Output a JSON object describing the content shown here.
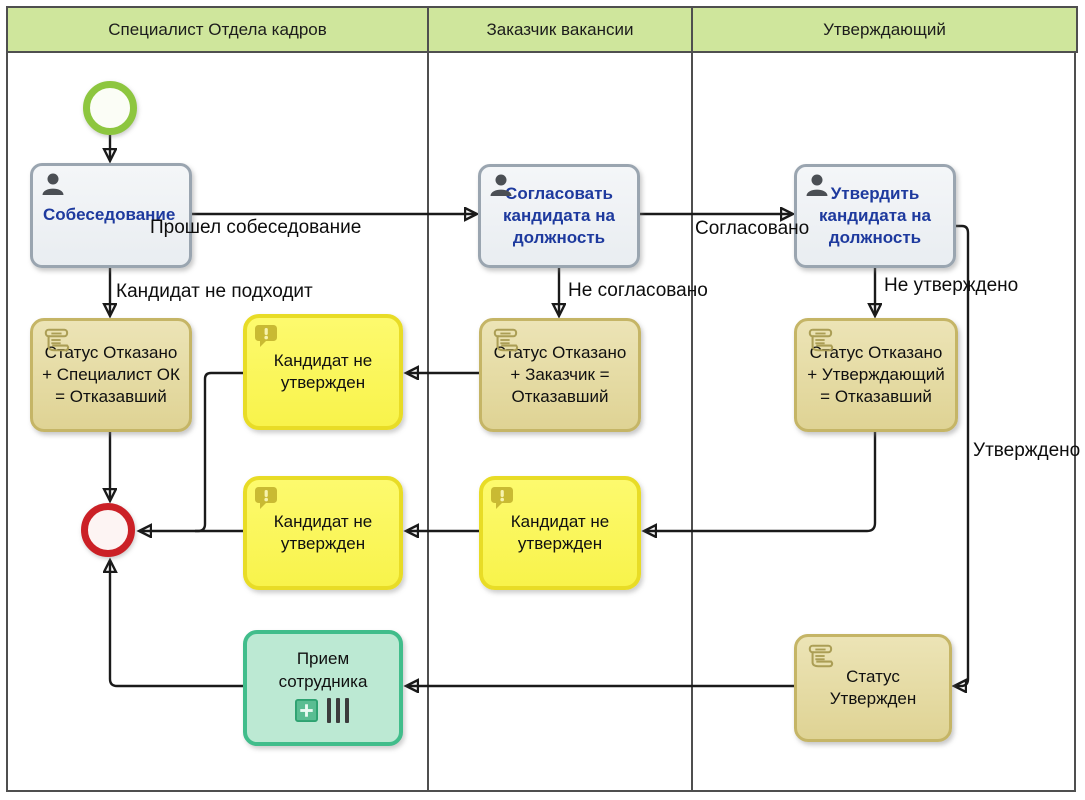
{
  "lanes": [
    {
      "title": "Специалист Отдела кадров"
    },
    {
      "title": "Заказчик вакансии"
    },
    {
      "title": "Утверждающий"
    }
  ],
  "nodes": {
    "interview": {
      "label": "Собеседование",
      "type": "user-task"
    },
    "approve_customer": {
      "label": "Согласовать\nкандидата на\nдолжность",
      "type": "user-task"
    },
    "approve_approver": {
      "label": "Утвердить\nкандидата на\nдолжность",
      "type": "user-task"
    },
    "script_hr": {
      "label": "Статус Отказано\n+ Специалист ОК\n= Отказавший",
      "type": "script-task"
    },
    "note_hr_top": {
      "label": "Кандидат не\nутвержден",
      "type": "notification"
    },
    "script_customer": {
      "label": "Статус Отказано\n+ Заказчик =\nОтказавший",
      "type": "script-task"
    },
    "script_approver": {
      "label": "Статус Отказано\n+ Утверждающий\n= Отказавший",
      "type": "script-task"
    },
    "note_hr_mid": {
      "label": "Кандидат не\nутвержден",
      "type": "notification"
    },
    "note_customer": {
      "label": "Кандидат не\nутвержден",
      "type": "notification"
    },
    "subprocess_hire": {
      "label": "Прием\nсотрудника",
      "type": "subprocess-multi-instance"
    },
    "script_status_approved": {
      "label": "Статус\nУтвержден",
      "type": "script-task"
    }
  },
  "edge_labels": {
    "passed_interview": "Прошел собеседование",
    "agreed": "Согласовано",
    "candidate_not_suitable": "Кандидат не подходит",
    "not_agreed": "Не согласовано",
    "not_approved": "Не утверждено",
    "approved": "Утверждено"
  },
  "icons": {
    "task": "user-icon",
    "script": "script-icon",
    "note": "exclamation-bubble-icon",
    "subprocess": [
      "plus-square-icon",
      "parallel-bars-icon"
    ],
    "start": "start-event-circle",
    "end": "end-event-circle"
  },
  "colors": {
    "lane_header_fill": "#cfe69c",
    "lane_border": "#4f4f4f",
    "task_fill": "#eff2f5",
    "task_border": "#9aa5b0",
    "task_text": "#1e3a9e",
    "script_fill": "#e8dfab",
    "script_border": "#c5b566",
    "note_fill": "#fbf75c",
    "note_border": "#e8dc26",
    "subprocess_fill": "#bce9d3",
    "subprocess_border": "#41bd8b",
    "start_event_ring": "#8dc63f",
    "end_event_ring": "#cb2026",
    "connector": "#1a1a1a"
  }
}
